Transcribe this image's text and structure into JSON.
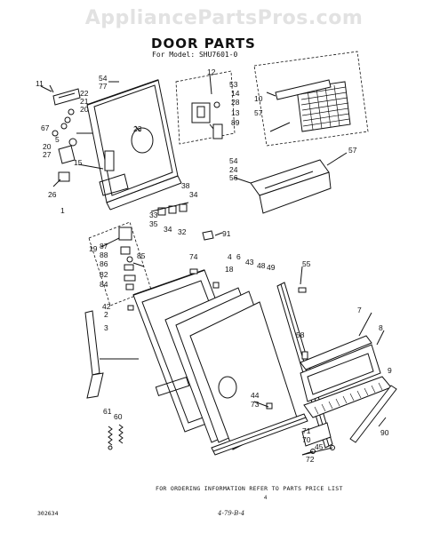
{
  "watermark": "AppliancePartsPros.com",
  "header": {
    "title": "DOOR PARTS",
    "model": "For Model: SHU7601-0"
  },
  "footer": {
    "ordering_note": "FOR ORDERING INFORMATION REFER TO PARTS PRICE LIST",
    "page_number": "4",
    "doc_number": "302634",
    "handwritten": "4-79-B-4"
  },
  "callouts": {
    "c11": "11",
    "c54": "54",
    "c77": "77",
    "c22": "22",
    "c21": "21",
    "c20a": "20",
    "c67": "67",
    "c5": "5",
    "c20b": "20",
    "c27": "27",
    "c15": "15",
    "c26": "26",
    "c1": "1",
    "c12": "12",
    "c23": "23",
    "c53": "53",
    "c14": "14",
    "c28": "28",
    "c13": "13",
    "c89": "89",
    "c10": "10",
    "c57a": "57",
    "c57b": "57",
    "c54b": "54",
    "c24": "24",
    "c56": "56",
    "c38": "38",
    "c34a": "34",
    "c33": "33",
    "c35": "35",
    "c34b": "34",
    "c32": "32",
    "c19": "19",
    "c87": "87",
    "c88": "88",
    "c85": "85",
    "c86": "86",
    "c82": "82",
    "c84": "84",
    "c91": "91",
    "c74": "74",
    "c18": "18",
    "c4": "4",
    "c6": "6",
    "c43": "43",
    "c48": "48",
    "c49": "49",
    "c55": "55",
    "c42": "42",
    "c2": "2",
    "c3": "3",
    "c58": "58",
    "c7": "7",
    "c8": "8",
    "c9": "9",
    "c44": "44",
    "c73": "73",
    "c71": "71",
    "c70": "70",
    "c45": "45",
    "c72": "72",
    "c90": "90",
    "c61": "61",
    "c60": "60"
  }
}
